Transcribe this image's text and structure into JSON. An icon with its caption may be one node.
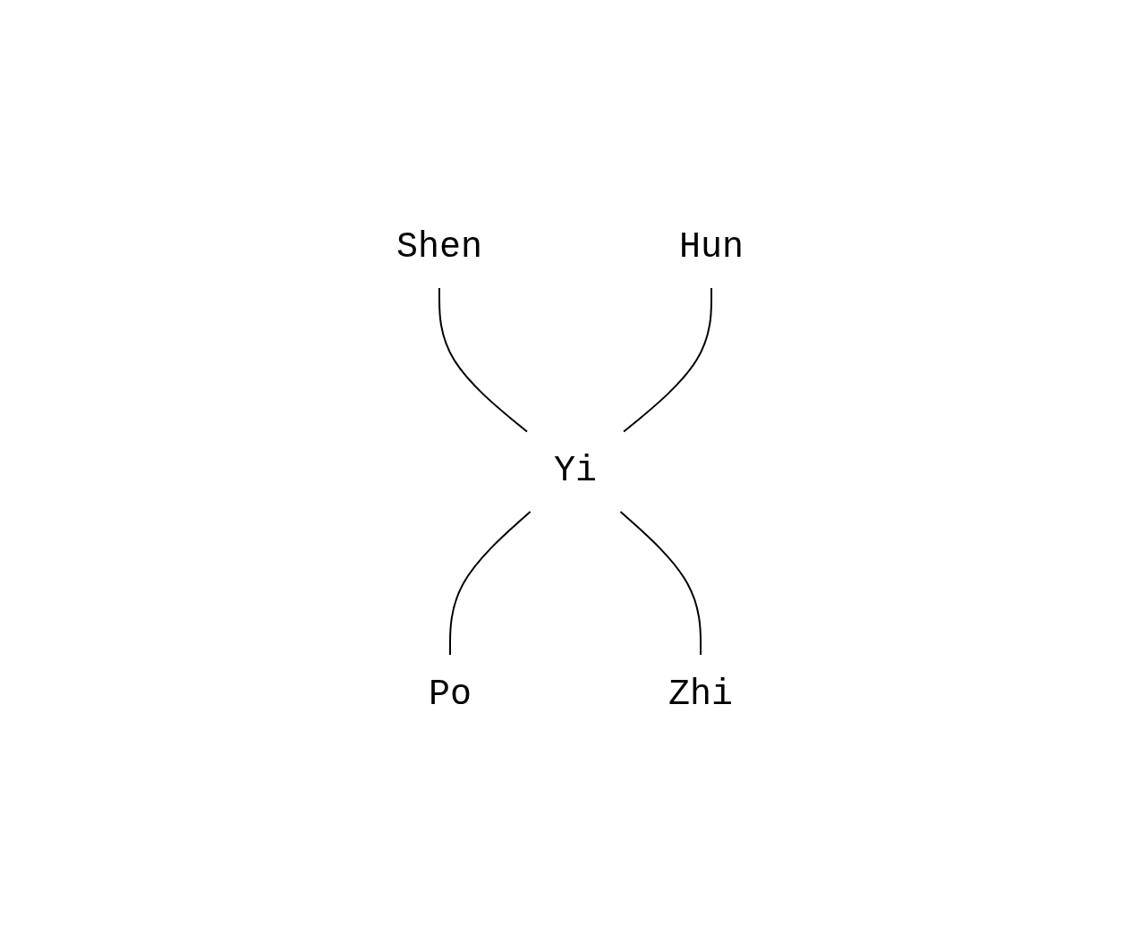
{
  "diagram": {
    "nodes": [
      {
        "text": [
          "Shen"
        ]
      },
      {
        "text": [
          "Hun"
        ]
      },
      {
        "text": [
          "Yi"
        ]
      },
      {
        "text": [
          "Po"
        ]
      },
      {
        "text": [
          "Zhi"
        ]
      }
    ],
    "edges": [
      {
        "from": 0,
        "to": 2,
        "arrow": "none"
      },
      {
        "from": 1,
        "to": 2,
        "arrow": "none"
      },
      {
        "from": 2,
        "to": 3,
        "arrow": "none"
      },
      {
        "from": 2,
        "to": 4,
        "arrow": "none"
      }
    ]
  }
}
